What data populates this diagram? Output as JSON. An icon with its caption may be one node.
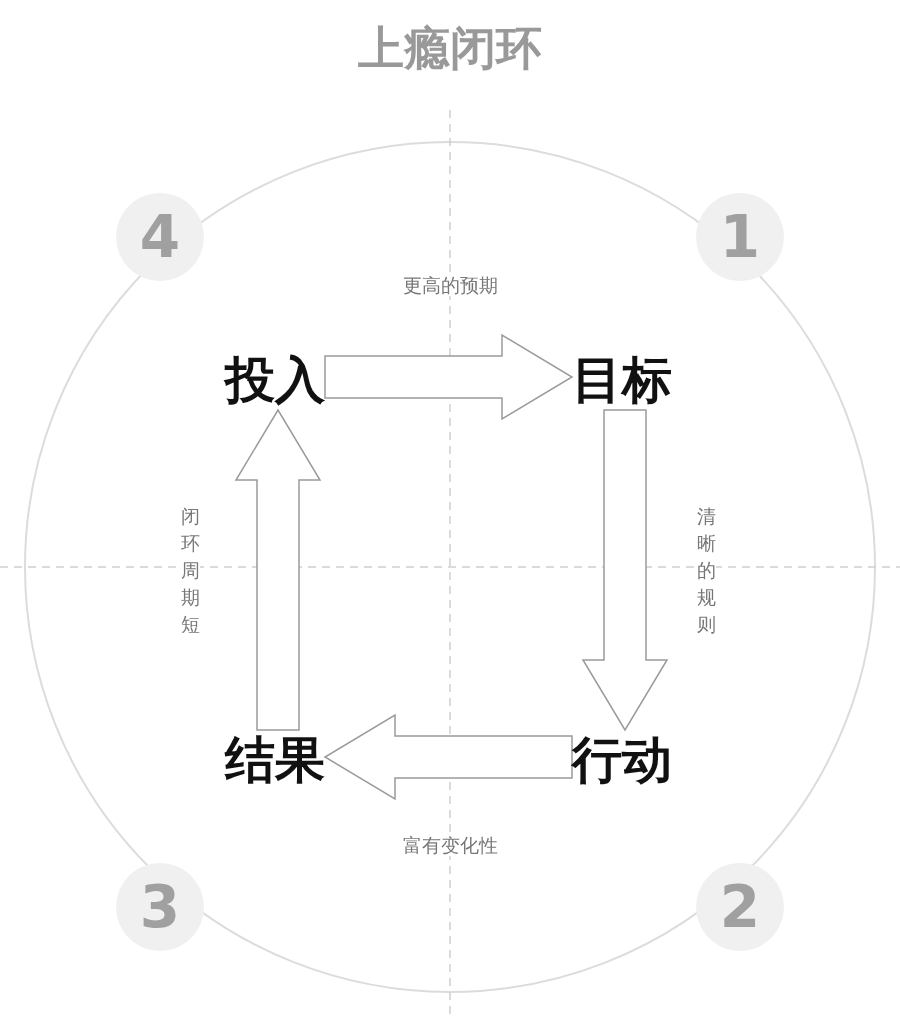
{
  "diagram": {
    "title": "上瘾闭环",
    "nodes": [
      {
        "text": [
          "投入"
        ]
      },
      {
        "text": [
          "目标"
        ]
      },
      {
        "text": [
          "行动"
        ]
      },
      {
        "text": [
          "结果"
        ]
      }
    ],
    "edges": [
      {
        "from": 0,
        "to": 1,
        "arrow": "to",
        "label": "更高的预期"
      },
      {
        "from": 1,
        "to": 2,
        "arrow": "to",
        "label": "清晰的规则"
      },
      {
        "from": 2,
        "to": 3,
        "arrow": "to",
        "label": "富有变化性"
      },
      {
        "from": 3,
        "to": 0,
        "arrow": "to",
        "label": "闭环周期短"
      }
    ],
    "labels": [
      "4",
      "1",
      "3",
      "2"
    ]
  }
}
